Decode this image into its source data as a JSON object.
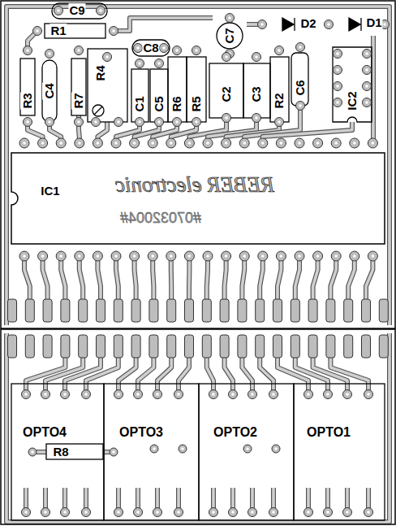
{
  "diagram": {
    "labels": [
      "C9",
      "R1",
      "C8",
      "C7",
      "D2",
      "D1",
      "R3",
      "C4",
      "R7",
      "R4",
      "C1",
      "C5",
      "R6",
      "R5",
      "C2",
      "C3",
      "R2",
      "C6",
      "IC2",
      "IC1",
      "REBER electronic",
      "#07032004#",
      "OPTO4",
      "R8",
      "OPTO3",
      "OPTO2",
      "OPTO1"
    ]
  }
}
